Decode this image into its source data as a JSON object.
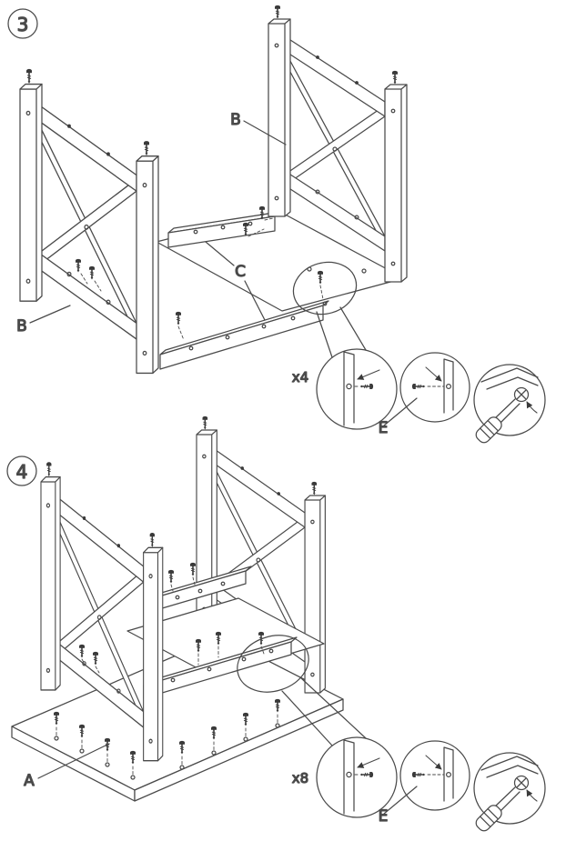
{
  "diagram": {
    "background": "#ffffff",
    "line_color": "#4a4a4a"
  },
  "step3": {
    "number": "3",
    "label_panel_far": "B",
    "label_panel_near": "B",
    "label_rail": "C",
    "callout_quantity": "x4",
    "label_hardware": "E"
  },
  "step4": {
    "number": "4",
    "label_tabletop": "A",
    "callout_quantity": "x8",
    "label_hardware": "E"
  }
}
